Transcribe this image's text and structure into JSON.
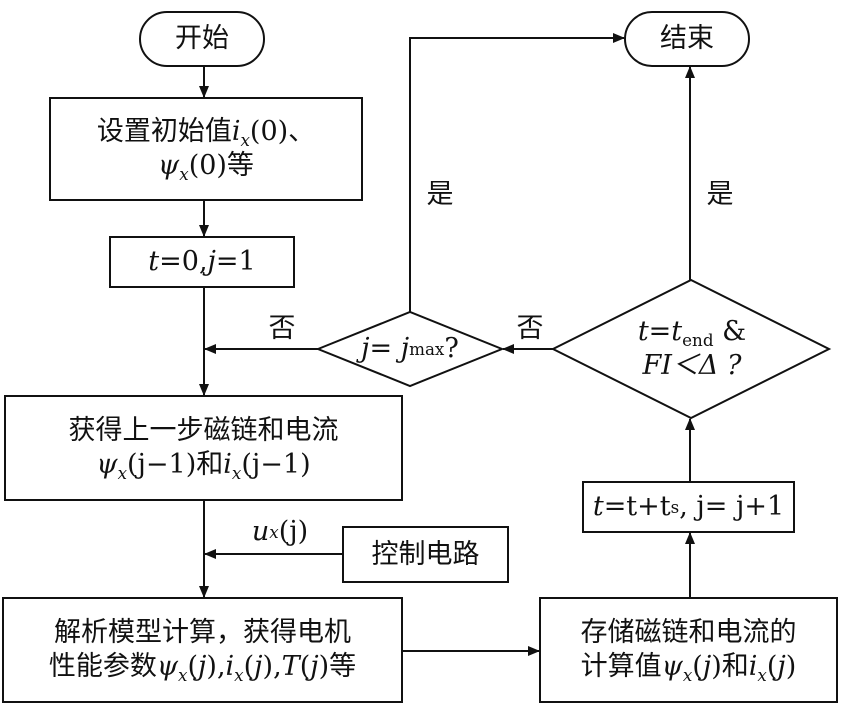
{
  "start": "开始",
  "end": "结束",
  "init": {
    "line1_prefix": "设置初始值",
    "line1_suffix": "(0)、",
    "line2_suffix": "(0)等"
  },
  "set_t": {
    "t_eq": "=0, ",
    "j_eq": "=1"
  },
  "prev": {
    "line1": "获得上一步磁链和电流",
    "mid": "(j−1)和",
    "tail": "(j−1)"
  },
  "control": "控制电路",
  "ux_label": "(j)",
  "model": {
    "line1": "解析模型计算，获得电机",
    "line2_prefix": "性能参数",
    "tail": "等"
  },
  "store": {
    "line1": "存储磁链和电流的",
    "line2_prefix": "计算值",
    "mid": "和"
  },
  "update": {
    "text": "=t+t",
    "sub": "s",
    "tail": ", j= j+1"
  },
  "decision_j": {
    "left": "j= j",
    "sub": "max",
    "tail": "?"
  },
  "decision_t": {
    "line1_a": "t=t",
    "line1_sub": "end",
    "line1_b": " &",
    "line2": "FI＜Δ ?"
  },
  "edges": {
    "yes": "是",
    "no": "否"
  },
  "symbols": {
    "psi": "ψ",
    "i": "i",
    "x": "x",
    "u": "u",
    "t": "t",
    "j": "j",
    "T": "T"
  }
}
